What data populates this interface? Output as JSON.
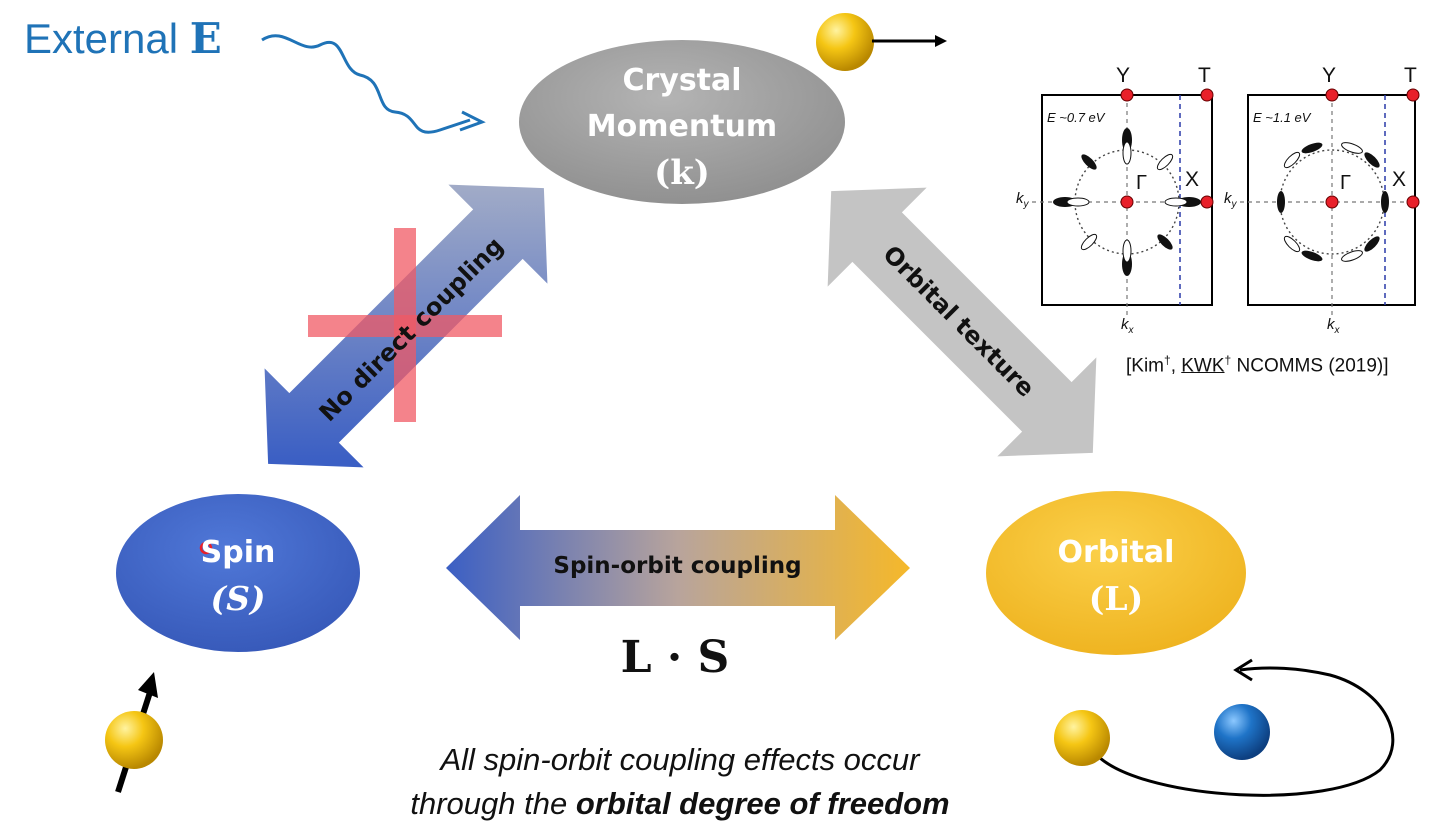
{
  "external": {
    "label": "External",
    "symbol": "E"
  },
  "nodes": {
    "crystal": {
      "line1": "Crystal",
      "line2": "Momentum",
      "symbol": "(k)"
    },
    "spin": {
      "line1": "Spin",
      "symbol": "(S)"
    },
    "orbital": {
      "line1": "Orbital",
      "symbol": "(L)"
    }
  },
  "arrows": {
    "spin_crystal": "No direct coupling",
    "crystal_orbital": "Orbital texture",
    "spin_orbital": "Spin-orbit coupling"
  },
  "formula": "L · S",
  "caption": {
    "line1": "All spin-orbit coupling effects occur",
    "line2_prefix": "through the ",
    "line2_bold": "orbital degree of freedom"
  },
  "reference": {
    "open": "[Kim",
    "dagger1": "†",
    "sep": ", ",
    "kwk": "KWK",
    "dagger2": "†",
    "rest": " NCOMMS (2019)]"
  },
  "panels": [
    {
      "energy": "E ~0.7 eV",
      "y": "Y",
      "t": "T",
      "gamma": "Γ",
      "x": "X",
      "ky": "k",
      "ky_sub": "y",
      "kx": "k",
      "kx_sub": "x"
    },
    {
      "energy": "E ~1.1 eV",
      "y": "Y",
      "t": "T",
      "gamma": "Γ",
      "x": "X",
      "ky": "k",
      "ky_sub": "y",
      "kx": "k",
      "kx_sub": "x"
    }
  ],
  "colors": {
    "external_blue": "#1f73b7",
    "crystal_gray": "#9c9c9c",
    "spin_blue": "#3f66c8",
    "orbital_gold": "#f2b928",
    "cross_red": "#f05a64",
    "point_red": "#e8202a"
  }
}
